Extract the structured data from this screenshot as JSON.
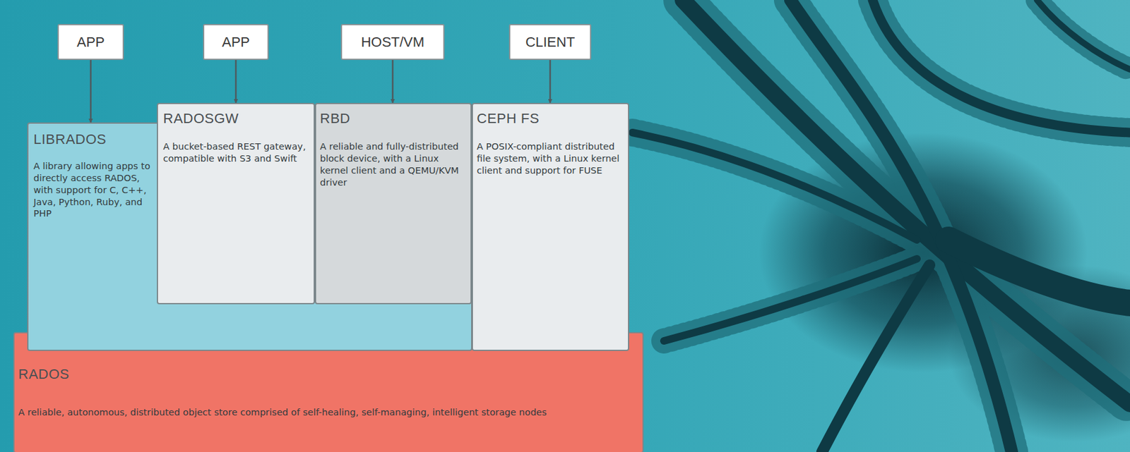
{
  "diagram": {
    "nodes": [
      {
        "text": [
          "APP"
        ]
      },
      {
        "text": [
          "APP"
        ]
      },
      {
        "text": [
          "HOST/VM"
        ]
      },
      {
        "text": [
          "CLIENT"
        ]
      },
      {
        "text": [
          "LIBRADOS",
          "A library allowing apps to directly access RADOS, with support for C, C++, Java, Python, Ruby, and PHP"
        ]
      },
      {
        "text": [
          "RADOSGW",
          "A bucket-based REST gateway, compatible with S3 and Swift"
        ]
      },
      {
        "text": [
          "RBD",
          "A reliable and fully-distributed block device, with a Linux kernel client and a QEMU/KVM driver"
        ]
      },
      {
        "text": [
          "CEPH FS",
          "A POSIX-compliant distributed file system, with a Linux kernel client and support for FUSE"
        ]
      },
      {
        "text": [
          "RADOS",
          "A reliable, autonomous, distributed object store comprised of self-healing, self-managing, intelligent storage nodes"
        ]
      }
    ],
    "edges": [
      {
        "from": 0,
        "to": 4,
        "arrow": "to"
      },
      {
        "from": 1,
        "to": 5,
        "arrow": "to"
      },
      {
        "from": 2,
        "to": 6,
        "arrow": "to"
      },
      {
        "from": 3,
        "to": 7,
        "arrow": "to"
      }
    ]
  }
}
